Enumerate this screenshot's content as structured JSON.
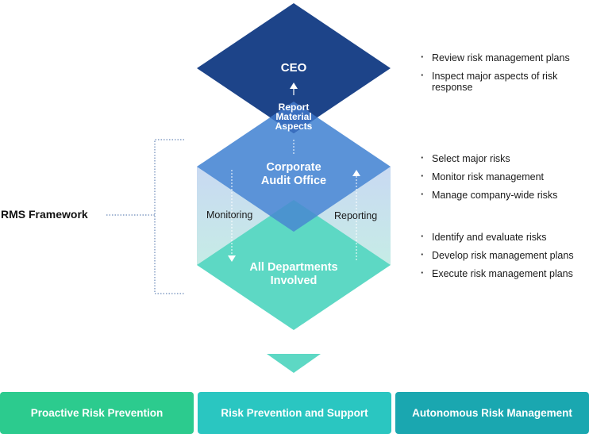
{
  "levels": {
    "ceo": {
      "title": "CEO",
      "color": "#1d4489"
    },
    "audit": {
      "title_line1": "Corporate",
      "title_line2": "Audit Office",
      "color": "#5b93d8"
    },
    "departments": {
      "title_line1": "All Departments",
      "title_line2": "Involved",
      "color": "#5dd8c4"
    }
  },
  "flows": {
    "report_line1": "Report",
    "report_line2": "Material",
    "report_line3": "Aspects",
    "monitoring": "Monitoring",
    "reporting": "Reporting"
  },
  "framework_label": "RMS Framework",
  "responsibilities": {
    "ceo": [
      {
        "line1": "Review risk management plans",
        "line2": ""
      },
      {
        "line1": "Inspect major aspects of risk",
        "line2": "response"
      }
    ],
    "audit": [
      "Select major risks",
      "Monitor risk management",
      "Manage company-wide risks"
    ],
    "departments": [
      "Identify and evaluate risks",
      "Develop risk management plans",
      "Execute risk management plans"
    ]
  },
  "outcomes": [
    {
      "label": "Proactive Risk Prevention",
      "color": "#2ccb8e"
    },
    {
      "label": "Risk Prevention and Support",
      "color": "#2ac6c1"
    },
    {
      "label": "Autonomous Risk Management",
      "color": "#1aa7b0"
    }
  ]
}
